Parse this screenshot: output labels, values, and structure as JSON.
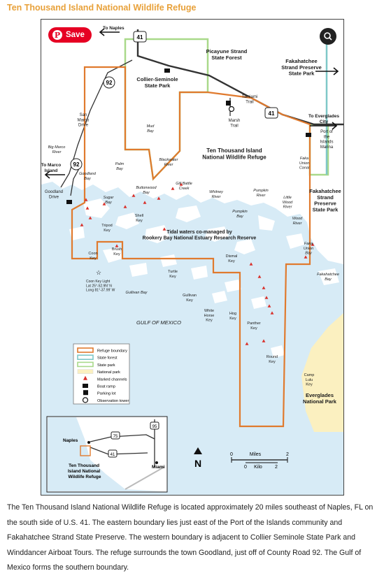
{
  "page": {
    "title": "Ten Thousand Island National Wildlife Refuge",
    "caption": "The Ten Thousand Island National Wildlife Refuge is located approximately 20 miles southeast of Naples, FL on the south side of U.S. 41. The eastern boundary lies just east of the Port of the Islands community and Fakahatchee Strand State Preserve. The western boundary is adjacent to Collier Seminole State Park and Winddancer Airboat Tours. The refuge surrounds the town Goodland, just off of County Road 92. The Gulf of Mexico forms the southern boundary."
  },
  "overlay": {
    "save_label": "Save",
    "pin_glyph": "P"
  },
  "colors": {
    "water": "#d7ebf6",
    "land": "#ffffff",
    "refuge_boundary": "#e07a2e",
    "state_forest": "#7fc8c8",
    "state_park": "#a9d98a",
    "national_park": "#fbf0c0",
    "marked_channel": "#d9302a",
    "road": "#333333"
  },
  "map": {
    "labels": {
      "to_naples": "To Naples",
      "picayune": [
        "Picayune Strand",
        "State Forest"
      ],
      "fakahatchee_preserve_top": [
        "Fakahatchee",
        "Strand Preserve",
        "State Park"
      ],
      "collier_seminole": [
        "Collier-Seminole",
        "State Park"
      ],
      "tamiami": [
        "Tamiami",
        "Trail"
      ],
      "to_everglades": [
        "To Everglades",
        "City"
      ],
      "san_marco": [
        "San",
        "Marco",
        "Drive"
      ],
      "port_of_islands": [
        "Port of",
        "the",
        "Islands",
        "Marina"
      ],
      "mud_bay": [
        "Mud",
        "Bay"
      ],
      "marsh_trail": [
        "Marsh",
        "Trail"
      ],
      "refuge_center": [
        "Ten Thousand Island",
        "National Wildlife Refuge"
      ],
      "big_marco": [
        "Big Marco",
        "River"
      ],
      "to_marco": [
        "To Marco",
        "Island"
      ],
      "goodland_bay": [
        "Goodland",
        "Bay"
      ],
      "palm_bay": [
        "Palm",
        "Bay"
      ],
      "blackwater": [
        "Blackwater",
        "River"
      ],
      "faka_union_canal": [
        "Faka",
        "Union",
        "Canal"
      ],
      "gill_battle": [
        "Gill Battle",
        "Creek"
      ],
      "goodland_drive": [
        "Goodland",
        "Drive"
      ],
      "buttonwood": [
        "Buttonwood",
        "Bay"
      ],
      "fakahatchee_preserve_right": [
        "Fakahatchee",
        "Strand",
        "Preserve",
        "State Park"
      ],
      "sugar_bay": [
        "Sugar",
        "Bay"
      ],
      "whitney": [
        "Whitney",
        "River"
      ],
      "pumpkin_river": [
        "Pumpkin",
        "River"
      ],
      "little_wood": [
        "Little",
        "Wood",
        "River"
      ],
      "shell_key": [
        "Shell",
        "Key"
      ],
      "pumpkin_bay": [
        "Pumpkin",
        "Bay"
      ],
      "tripod_key": [
        "Tripod",
        "Key"
      ],
      "wood_river": [
        "Wood",
        "River"
      ],
      "tidal": [
        "Tidal waters co-managed by",
        "Rookery Bay National Estuary Research Reserve"
      ],
      "faka_union_bay": [
        "Faka",
        "Union",
        "Bay"
      ],
      "coon_key": [
        "Coon",
        "Key"
      ],
      "brush_key": [
        "Brush",
        "Key"
      ],
      "dismal_key": [
        "Dismal",
        "Key"
      ],
      "turtle_key": [
        "Turtle",
        "Key"
      ],
      "coon_key_light": [
        "Coon Key Light",
        "Lat 25°-52.9N' N",
        "Long 81°-37.99' W"
      ],
      "fakahatchee_bay": [
        "Fakahatchee",
        "Bay"
      ],
      "gullivan_bay": "Gullivan Bay",
      "gullivan_key": [
        "Gullivan",
        "Key"
      ],
      "white_horse": [
        "White",
        "Horse",
        "Key"
      ],
      "hog_key": [
        "Hog",
        "Key"
      ],
      "panther_key": [
        "Panther",
        "Key"
      ],
      "gulf": "GULF OF MEXICO",
      "round_key": [
        "Round",
        "Key"
      ],
      "camp_lulu": [
        "Camp",
        "Lulu",
        "Key"
      ],
      "everglades_np": [
        "Everglades",
        "National Park"
      ],
      "route_41": "41",
      "route_92": "92"
    },
    "legend": [
      "Refuge boundary",
      "State forest",
      "State park",
      "National park",
      "Marked channels",
      "Boat ramp",
      "Parking lot",
      "Observation tower"
    ],
    "inset": {
      "naples": "Naples",
      "refuge": [
        "Ten Thousand",
        "Island National",
        "Wildlife Refuge"
      ],
      "miami": "Miami",
      "route_75": "75",
      "route_95": "95",
      "route_41": "41"
    },
    "compass": "N",
    "scale": {
      "miles": "Miles",
      "kilo": "Kilo",
      "zero": "0",
      "two": "2"
    }
  }
}
